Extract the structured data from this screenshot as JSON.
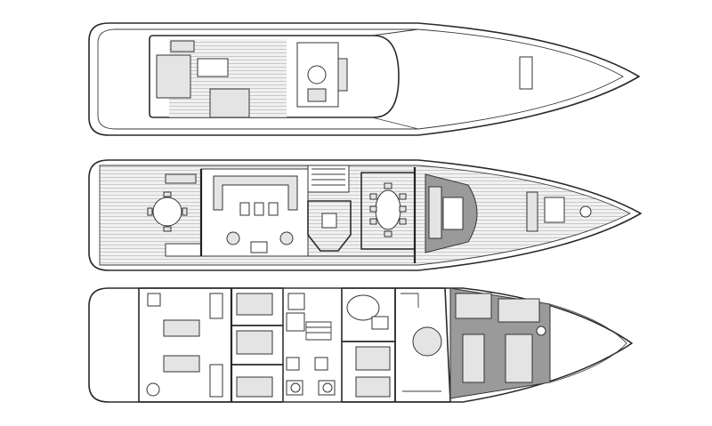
{
  "diagram": {
    "kind": "yacht-deck-plan",
    "decks": [
      {
        "id": "sundeck",
        "label": ""
      },
      {
        "id": "main-deck",
        "label": ""
      },
      {
        "id": "lower-deck",
        "label": ""
      }
    ]
  },
  "colors": {
    "line": "#2a2a2a",
    "background": "#ffffff",
    "engine-room-fill": "#9a9a9a",
    "deck-planking": "#bdbdbd"
  }
}
